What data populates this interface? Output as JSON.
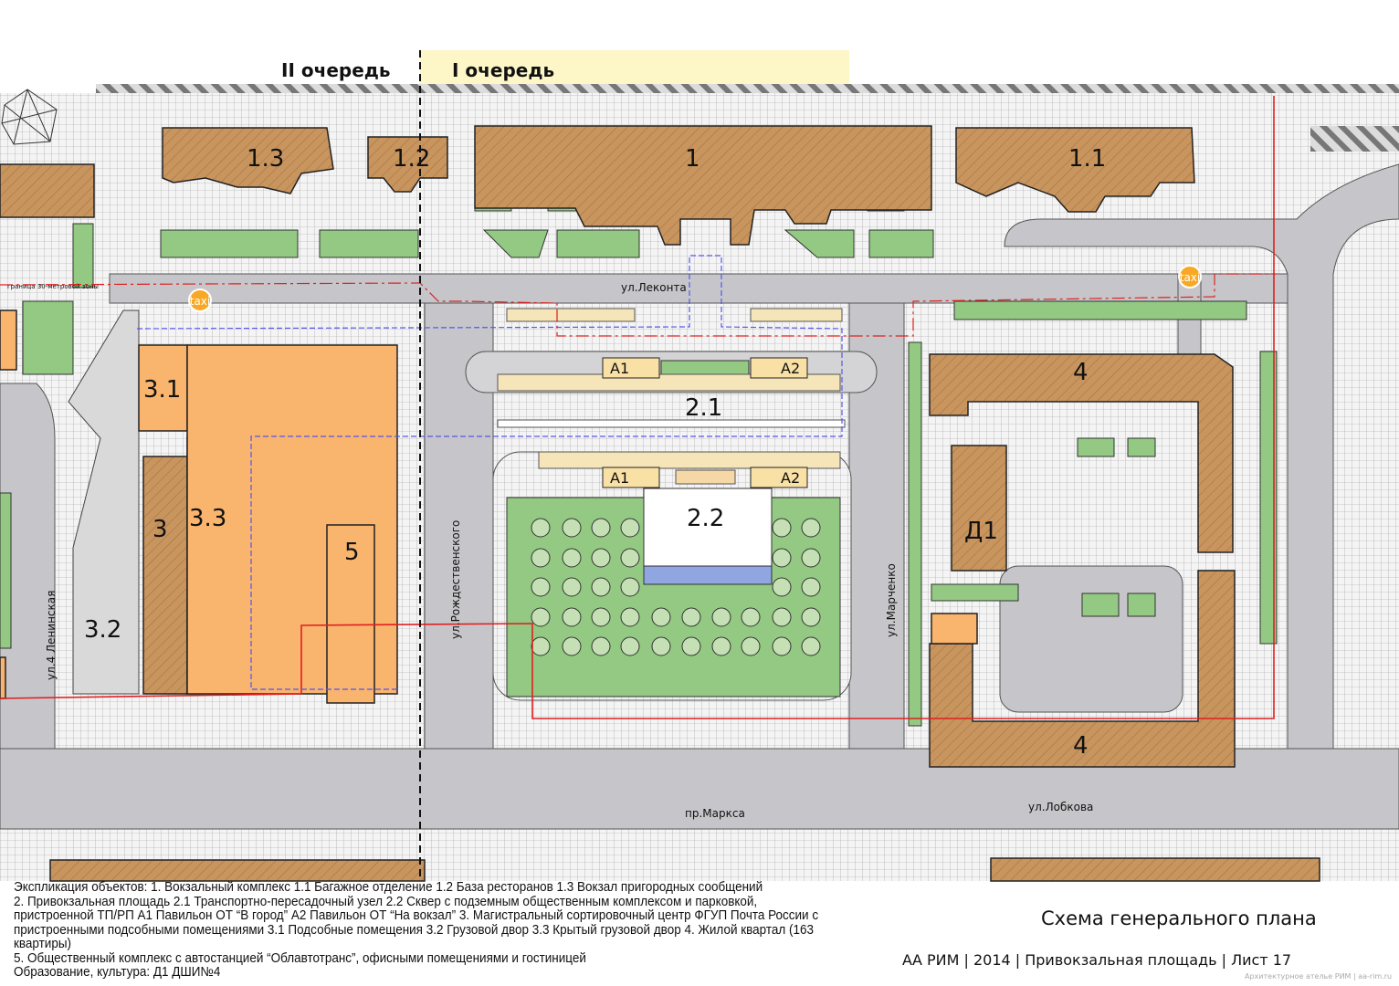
{
  "phases": {
    "phase2": "II очередь",
    "phase1": "I очередь"
  },
  "buildings": {
    "b1": "1",
    "b1_1": "1.1",
    "b1_2": "1.2",
    "b1_3": "1.3",
    "b2_1": "2.1",
    "b2_2": "2.2",
    "b3": "3",
    "b3_1": "3.1",
    "b3_2": "3.2",
    "b3_3": "3.3",
    "b4": "4",
    "b5": "5",
    "d1": "Д1",
    "a1": "A1",
    "a2": "A2"
  },
  "streets": {
    "lekonta": "ул.Леконта",
    "marksa": "пр.Маркса",
    "lobkova": "ул.Лобкова",
    "rozhdestvenskogo": "ул.Рождественского",
    "marchenko": "ул.Марченко",
    "leninskaya": "ул.4 Ленинская"
  },
  "zone_label": "граница 30-метровой зоны",
  "taxi": "taxi",
  "legend": [
    "Экспликация объектов: 1. Вокзальный комплекс 1.1 Багажное отделение 1.2 База ресторанов 1.3 Вокзал пригородных сообщений",
    "2. Привокзальная площадь 2.1 Транспортно-пересадочный узел 2.2 Сквер с подземным общественным комплексом и парковкой,",
    "пристроенной ТП/РП А1 Павильон ОТ “В город” А2 Павильон ОТ “На вокзал” 3. Магистральный сортировочный центр ФГУП Почта России с",
    "пристроенными подсобными помещениями 3.1 Подсобные помещения 3.2 Грузовой двор 3.3 Крытый грузовой двор 4. Жилой квартал (163",
    "квартиры)",
    "5. Общественный комплекс с автостанцией “Облавтотранс”, офисными помещениями и гостиницей",
    " Образование, культура: Д1 ДШИ№4"
  ],
  "title": "Схема генерального плана",
  "footer": "АА РИМ | 2014 | Привокзальная площадь | Лист 17",
  "credit": "Архитектурное ателье РИМ | aa-rim.ru",
  "colors": {
    "building": "#c8955e",
    "orange": "#f9b46e",
    "green": "#93c982",
    "road": "#c6c6ca",
    "phase1": "#fdf7c8",
    "boundary": "#e02020"
  }
}
